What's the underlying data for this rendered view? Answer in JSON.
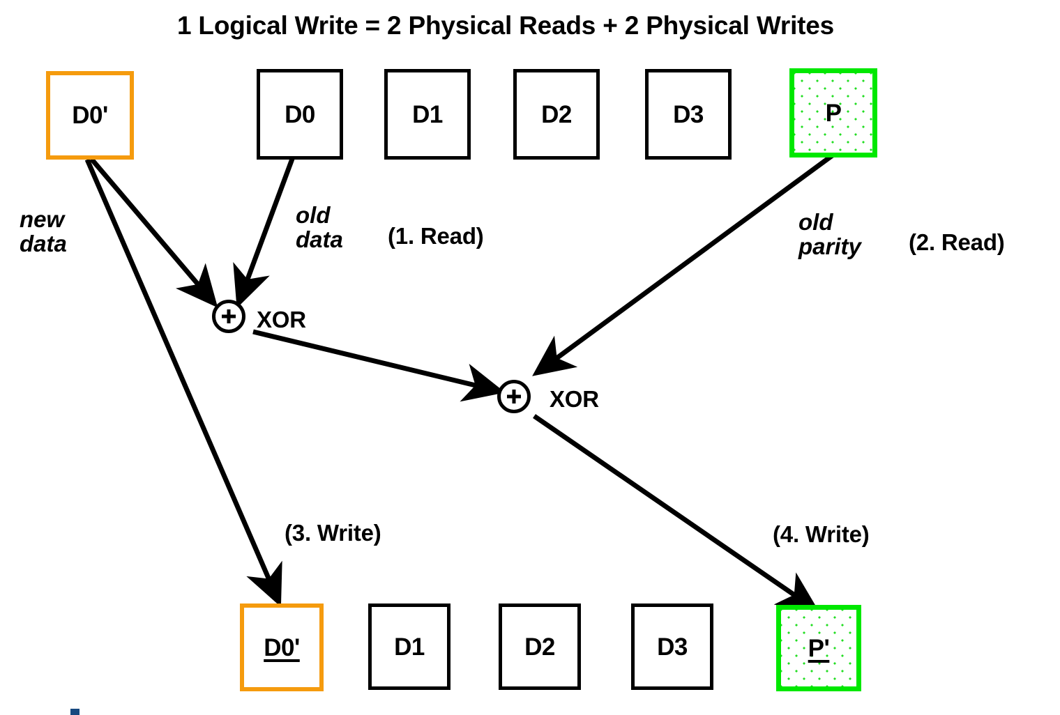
{
  "title": "1 Logical Write = 2 Physical Reads + 2  Physical Writes",
  "colors": {
    "new_data_accent": "#F59B0E",
    "parity_accent": "#00E800",
    "stroke": "#000000",
    "background": "#FFFFFF",
    "artifact": "#17497F"
  },
  "top_row": {
    "name": "before-write-stripe",
    "boxes": [
      {
        "label": "D0'",
        "style": "orange",
        "underlined": false,
        "role": "new-data"
      },
      {
        "label": "D0",
        "style": "black",
        "underlined": false,
        "role": "old-data"
      },
      {
        "label": "D1",
        "style": "black",
        "underlined": false,
        "role": "data"
      },
      {
        "label": "D2",
        "style": "black",
        "underlined": false,
        "role": "data"
      },
      {
        "label": "D3",
        "style": "black",
        "underlined": false,
        "role": "data"
      },
      {
        "label": "P",
        "style": "green",
        "underlined": false,
        "role": "old-parity"
      }
    ]
  },
  "bottom_row": {
    "name": "after-write-stripe",
    "boxes": [
      {
        "label": "D0'",
        "style": "orange",
        "underlined": true,
        "role": "new-data-written"
      },
      {
        "label": "D1",
        "style": "black",
        "underlined": false,
        "role": "data"
      },
      {
        "label": "D2",
        "style": "black",
        "underlined": false,
        "role": "data"
      },
      {
        "label": "D3",
        "style": "black",
        "underlined": false,
        "role": "data"
      },
      {
        "label": "P'",
        "style": "green",
        "underlined": true,
        "role": "new-parity-written"
      }
    ]
  },
  "gates": [
    {
      "id": "xor1",
      "label": "XOR",
      "symbol": "+"
    },
    {
      "id": "xor2",
      "label": "XOR",
      "symbol": "+"
    }
  ],
  "annotations": {
    "new_data": "new\ndata",
    "old_data": "old\ndata",
    "old_parity": "old\nparity",
    "step1": "(1. Read)",
    "step2": "(2. Read)",
    "step3": "(3. Write)",
    "step4": "(4. Write)"
  }
}
